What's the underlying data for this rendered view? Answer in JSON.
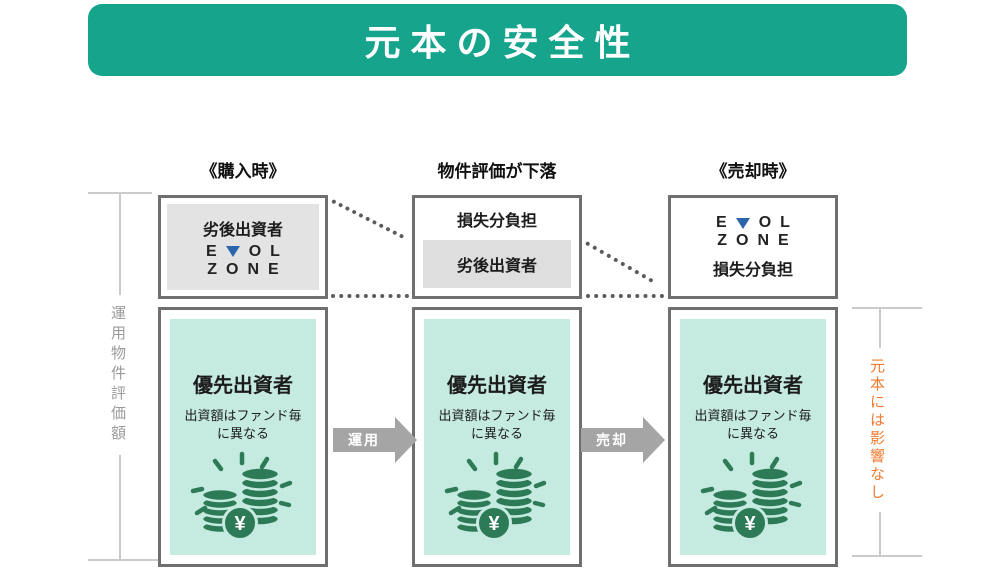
{
  "banner": {
    "title": "元本の安全性"
  },
  "stages": [
    {
      "header": "《購入時》",
      "top_label": "劣後出資者"
    },
    {
      "header": "物件評価が下落",
      "loss_label": "損失分負担",
      "top_label": "劣後出資者"
    },
    {
      "header": "《売却時》",
      "loss_label": "損失分負担"
    }
  ],
  "brand": {
    "letter_e": "E",
    "letters_ol": "OL",
    "line2": "ZONE"
  },
  "priority_box": {
    "title": "優先出資者",
    "note_line1": "出資額はファンド毎",
    "note_line2": "に異なる"
  },
  "arrows": [
    {
      "label": "運用"
    },
    {
      "label": "売却"
    }
  ],
  "side_labels": {
    "left": "運用物件評価額",
    "right": "元本には影響なし"
  },
  "icons": {
    "yen_symbol": "¥"
  },
  "colors": {
    "banner_teal": "#17a48c",
    "mint": "#c5eae0",
    "coin_green": "#2d7a57",
    "logo_blue": "#2b66ad",
    "orange": "#ed7b30",
    "box_border_gray": "#6f6f6f",
    "arrow_gray": "#a5a5a5"
  }
}
